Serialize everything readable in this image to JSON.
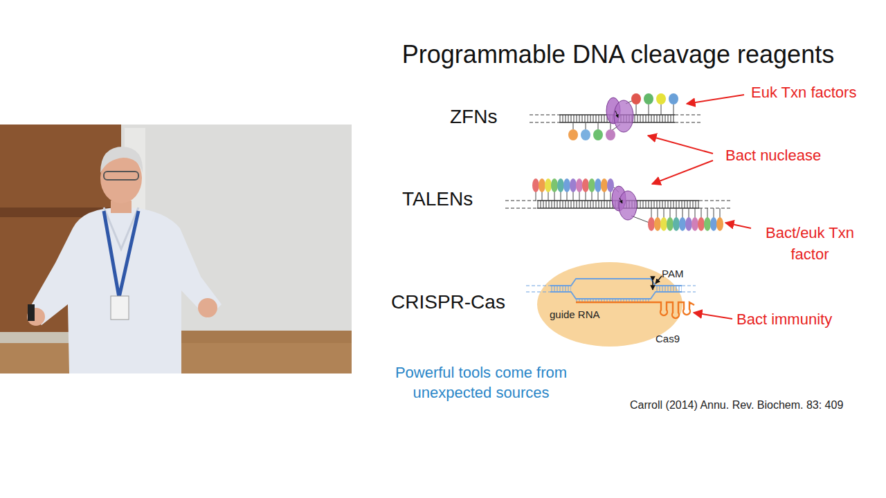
{
  "diagram": {
    "title": "Programmable DNA cleavage reagents",
    "nodes": [
      {
        "text": [
          "PAM",
          "guide RNA",
          "Cas9"
        ]
      }
    ],
    "labels": [
      "ZFNs",
      "TALENs",
      "CRISPR-Cas",
      "Euk Txn factors",
      "Bact nuclease",
      "Bact/euk Txn factor",
      "Bact immunity",
      "Powerful tools come from unexpected sources",
      "Carroll (2014) Annu. Rev. Biochem. 83: 409"
    ]
  }
}
